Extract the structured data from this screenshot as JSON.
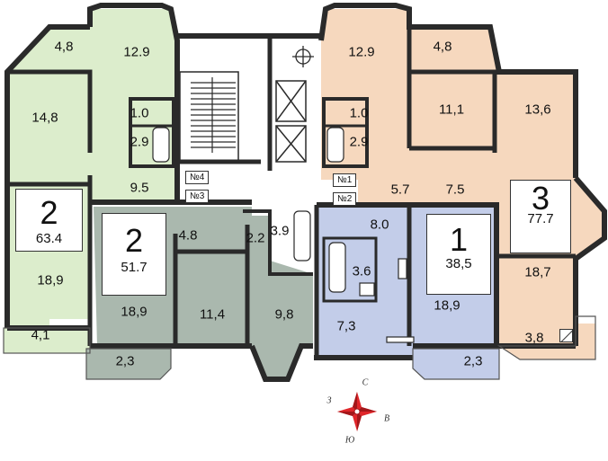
{
  "colors": {
    "apartment_2_left": "#dcedcc",
    "apartment_2_mid": "#aab8ae",
    "apartment_1": "#c3cde9",
    "apartment_3": "#f6d8be",
    "walls": "#2a2a2a",
    "stair": "#ffffff",
    "compass": "#e0262a"
  },
  "apartments": {
    "apt_left": {
      "rooms": "2",
      "area": "63.4"
    },
    "apt_mid": {
      "rooms": "2",
      "area": "51.7"
    },
    "apt_one": {
      "rooms": "1",
      "area": "38,5"
    },
    "apt_three": {
      "rooms": "3",
      "area": "77.7"
    }
  },
  "apartment_numbers": {
    "n1": "№1",
    "n2": "№2",
    "n3": "№3",
    "n4": "№4"
  },
  "rooms": {
    "l_loggia_top": "4,8",
    "l_kitchen": "12.9",
    "l_room_top": "14,8",
    "l_wc": "1.0",
    "l_bath": "2.9",
    "l_hall": "9.5",
    "l_room_bottom": "18,9",
    "l_balcony": "4,1",
    "m_hall": "4.8",
    "m_room": "18,9",
    "m_balcony": "2,3",
    "m_kitchen": "11,4",
    "o_wc": "2.2",
    "o_bath": "3.9",
    "o_kitchen": "9,8",
    "o_bathroom": "3.6",
    "o_hall_area": "8.0",
    "o_hall_small": "7,3",
    "o_room": "18,9",
    "o_balcony": "2,3",
    "t_kitchen": "12.9",
    "t_loggia_top": "4,8",
    "t_room_mid": "11,1",
    "t_room_right": "13,6",
    "t_wc": "1.0",
    "t_bath": "2.9",
    "t_hall_a": "5.7",
    "t_hall_b": "7.5",
    "t_room_bottom": "18,7",
    "t_balcony": "3,8"
  },
  "compass": {
    "north": "С",
    "south": "Ю",
    "west": "З",
    "east": "В"
  }
}
